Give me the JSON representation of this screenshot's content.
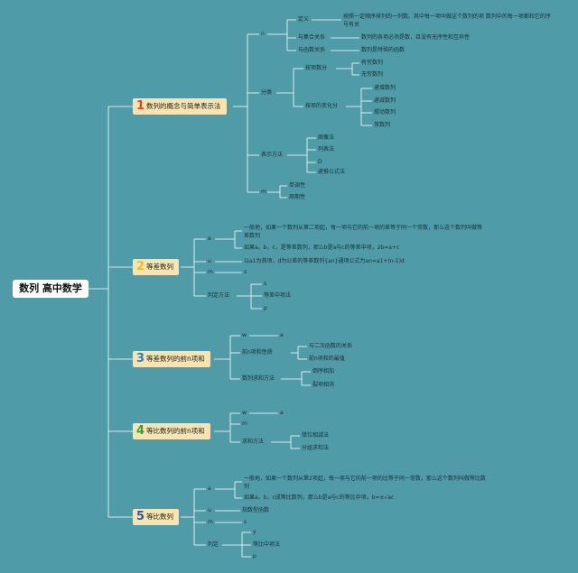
{
  "root": "数列 高中数学",
  "sections": [
    {
      "num": "1",
      "color": "#e8412c",
      "title": "数列的概念与简单表示法"
    },
    {
      "num": "2",
      "color": "#f2b733",
      "title": "等差数列"
    },
    {
      "num": "3",
      "color": "#2a7dc7",
      "title": "等差数列的前n项和"
    },
    {
      "num": "4",
      "color": "#3c9a3c",
      "title": "等比数列的前n项和"
    },
    {
      "num": "5",
      "color": "#2c5aa8",
      "title": "等比数列"
    }
  ],
  "s1": {
    "n": "n",
    "def": "定义",
    "def_text": "按照一定顺序排列的一列数。其中每一项叫做这个数列的项 数列中的每一项都和它的序号有关",
    "set_rel": "与集合关系",
    "set_text": "数列的各项必须是数，且没有无序性和互异性",
    "func_rel": "与函数关系",
    "func_text": "数列是特殊的函数",
    "classify": "分类",
    "by_count": "按项数分",
    "finite": "有穷数列",
    "infinite": "无穷数列",
    "by_change": "按项的变化分",
    "inc": "递增数列",
    "dec": "递减数列",
    "osc": "摆动数列",
    "const": "常数列",
    "represent": "表示方法",
    "graph": "图像法",
    "table": "列表法",
    "d": "D",
    "recur": "递推公式法",
    "m": "m",
    "mono": "单调性",
    "period": "周期性"
  },
  "s2": {
    "a": "a",
    "def_text": "一般地，如果一个数列从第二项起，每一项与它的前一项的差等于同一个常数，那么这个数列叫做等差数列",
    "mid_text": "如果a，b，c，是等差数列，那么b是a与c的等差中项，2b=a+c",
    "u": "u",
    "formula": "以a1为首项，d为公差的等差数列{an}通项公式为an=a1+(n-1)d",
    "m": "m",
    "s": "s",
    "judge": "判定方法",
    "j1": "s",
    "j2": "等差中项法",
    "j3": "p"
  },
  "s3": {
    "w": "w",
    "a": "a",
    "sum_prop": "前n项和性质",
    "p1": "与二次函数的关系",
    "p2": "前n项和的最值",
    "methods": "数列求和方法",
    "m1": "倒序相加",
    "m2": "裂项相消"
  },
  "s4": {
    "w": "w",
    "a": "a",
    "m": "m",
    "methods": "求和方法",
    "m1": "错位相减法",
    "m2": "分组求和法"
  },
  "s5": {
    "a": "a",
    "def_text": "一般地，如果一个数列从第2项起，每一项与它的前一项的比等于同一常数，那么这个数列叫做等比数列",
    "mid_text": "如果a，b，c成等比数列，那么b是a与c的等比中项。b=±√ac",
    "u": "u",
    "exp": "指数型函数",
    "m": "m",
    "s": "s",
    "judge": "判定",
    "j1": "y",
    "j2": "等比中项法",
    "j3": "p"
  }
}
